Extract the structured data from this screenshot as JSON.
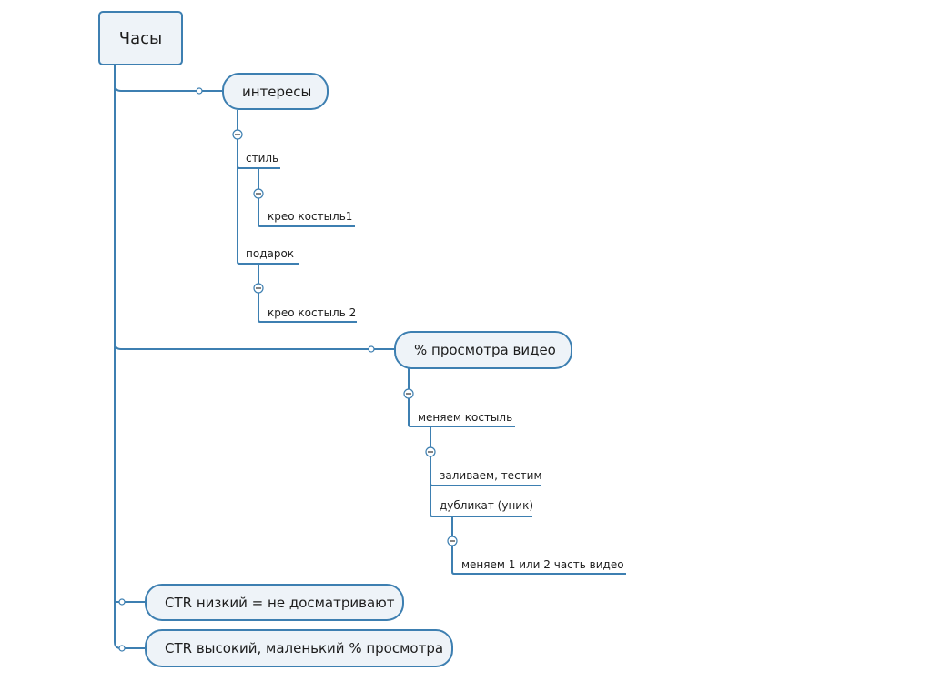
{
  "colors": {
    "line": "#3d7fb1",
    "node_fill": "#eef3f8",
    "text": "#1d1d1d",
    "background": "#ffffff"
  },
  "root": {
    "label": "Часы"
  },
  "branches": {
    "interests": {
      "label": "интересы",
      "children": {
        "style": {
          "label": "стиль",
          "child_label": "крео костыль1"
        },
        "gift": {
          "label": "подарок",
          "child_label": "крео костыль 2"
        }
      }
    },
    "video": {
      "label": "% просмотра видео",
      "children": {
        "change": {
          "label": "меняем костыль",
          "children": {
            "upload": {
              "label": "заливаем, тестим"
            },
            "duplicate": {
              "label": "дубликат (уник)",
              "child_label": "меняем 1 или 2 часть видео"
            }
          }
        }
      }
    },
    "ctr_low": {
      "label": "CTR низкий = не досматривают"
    },
    "ctr_high": {
      "label": "CTR высокий, маленький % просмотра"
    }
  }
}
